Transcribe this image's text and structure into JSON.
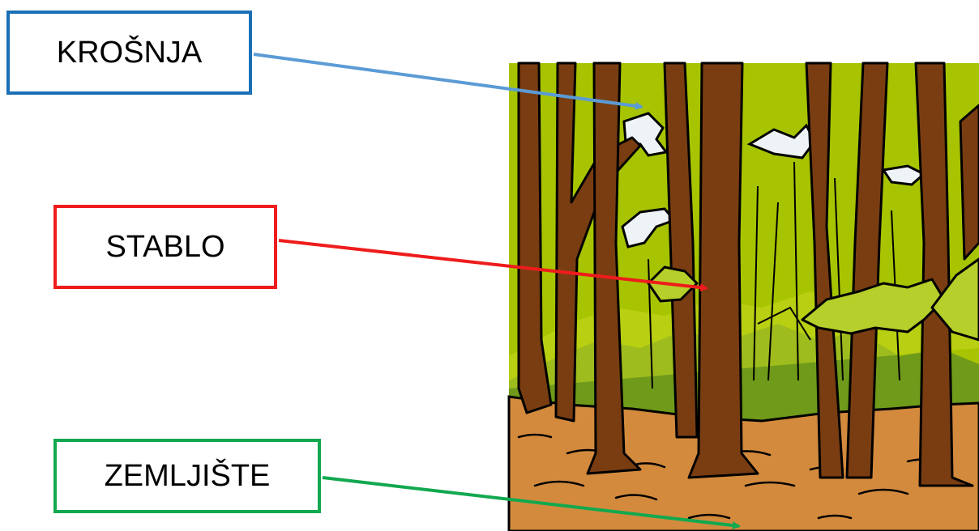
{
  "labels": {
    "krosnja": "KROŠNJA",
    "stablo": "STABLO",
    "zemljiste": "ZEMLJIŠTE"
  },
  "colors": {
    "krosnja_border": "#1a6fb5",
    "krosnja_arrow": "#5b9bd5",
    "stablo": "#ee1c1c",
    "zemljiste": "#12a84f",
    "sky": "#a8c400",
    "trunk": "#7a3d12",
    "ground": "#d38a3d"
  }
}
